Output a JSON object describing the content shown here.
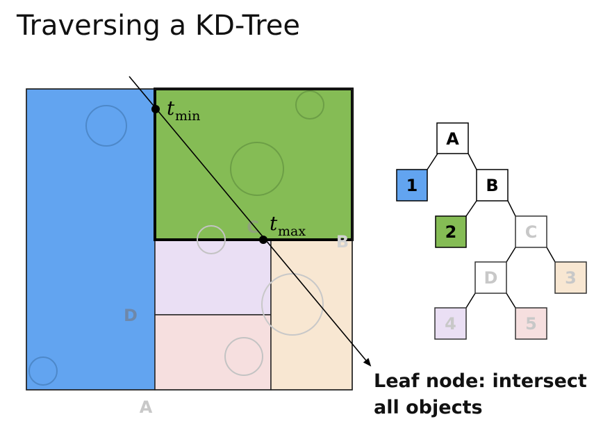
{
  "title": "Traversing a KD-Tree",
  "colors": {
    "blue": "#62a4f0",
    "green": "#85bc55",
    "lavender": "#eadff4",
    "pink": "#f6dfdf",
    "peach": "#f8e7d2",
    "faded_label": "#c8c8c8",
    "region_label": "#6e88aa"
  },
  "scene": {
    "region_labels": {
      "A": "A",
      "B": "B",
      "C": "C",
      "D": "D"
    },
    "t_min": {
      "var": "t",
      "sub": "min"
    },
    "t_max": {
      "var": "t",
      "sub": "max"
    }
  },
  "tree": {
    "nodes": {
      "A": "A",
      "B": "B",
      "C": "C",
      "D": "D",
      "leaf1": "1",
      "leaf2": "2",
      "leaf3": "3",
      "leaf4": "4",
      "leaf5": "5"
    }
  },
  "caption": {
    "line1": "Leaf node: intersect",
    "line2": "all objects"
  }
}
